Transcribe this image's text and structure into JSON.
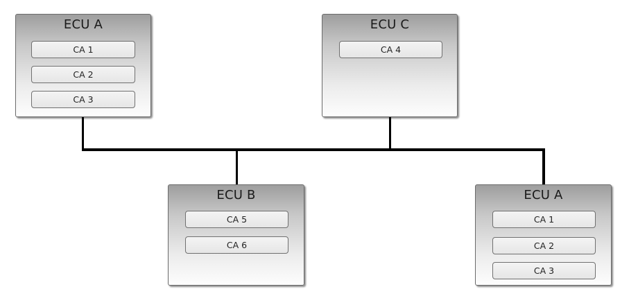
{
  "diagram": {
    "ecus": [
      {
        "title": "ECU A",
        "cas": [
          "CA 1",
          "CA 2",
          "CA 3"
        ]
      },
      {
        "title": "ECU C",
        "cas": [
          "CA 4"
        ]
      },
      {
        "title": "ECU B",
        "cas": [
          "CA 5",
          "CA 6"
        ]
      },
      {
        "title": "ECU A",
        "cas": [
          "CA 1",
          "CA 2",
          "CA 3"
        ]
      }
    ],
    "colors": {
      "bus": "#000000",
      "box_border": "#6a6a6a",
      "box_gradient_top": "#9e9e9e",
      "box_gradient_bottom": "#fdfdfd"
    }
  }
}
